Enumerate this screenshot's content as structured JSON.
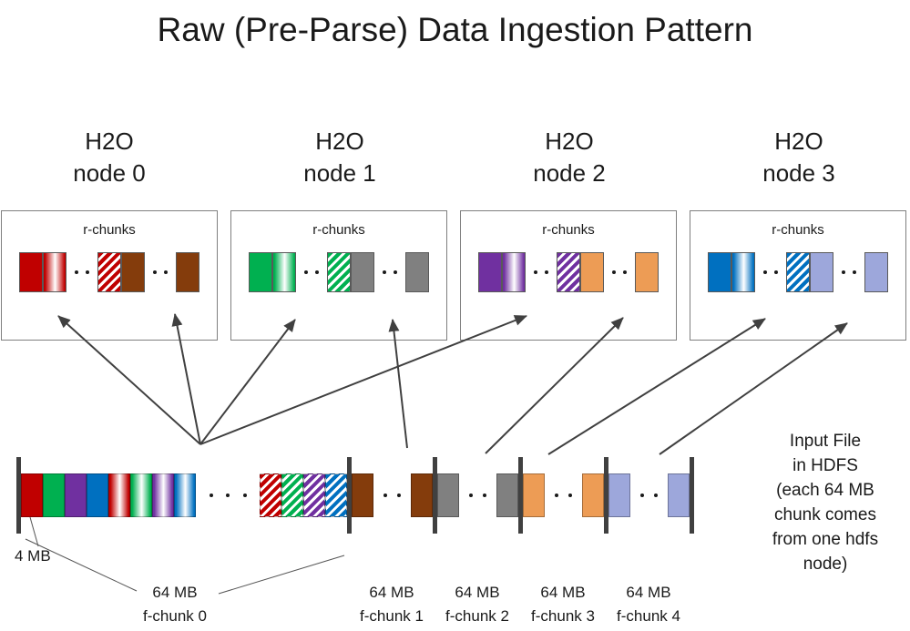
{
  "title": "Raw (Pre-Parse) Data Ingestion Pattern",
  "colors": {
    "red": "#C00000",
    "green": "#00B050",
    "purple": "#7030A0",
    "blue": "#0070C0",
    "brown": "#843C0C",
    "gray": "#808080",
    "orange": "#ED9C55",
    "lavender": "#9DA7DB"
  },
  "nodes": [
    {
      "header_line1": "H2O",
      "header_line2": "node 0",
      "rchunks_label": "r-chunks",
      "primary": "red",
      "secondary": "brown"
    },
    {
      "header_line1": "H2O",
      "header_line2": "node 1",
      "rchunks_label": "r-chunks",
      "primary": "green",
      "secondary": "gray"
    },
    {
      "header_line1": "H2O",
      "header_line2": "node 2",
      "rchunks_label": "r-chunks",
      "primary": "purple",
      "secondary": "orange"
    },
    {
      "header_line1": "H2O",
      "header_line2": "node 3",
      "rchunks_label": "r-chunks",
      "primary": "blue",
      "secondary": "lavender"
    }
  ],
  "node_box_pattern": [
    "solid:primary",
    "gradient:primary",
    "dots",
    "hatch:primary",
    "solid:secondary",
    "dots",
    "solid:secondary"
  ],
  "file_strip": {
    "segments": [
      {
        "kind": "bar"
      },
      {
        "kind": "block",
        "fill": "solid",
        "color": "red"
      },
      {
        "kind": "block",
        "fill": "solid",
        "color": "green"
      },
      {
        "kind": "block",
        "fill": "solid",
        "color": "purple"
      },
      {
        "kind": "block",
        "fill": "solid",
        "color": "blue"
      },
      {
        "kind": "block",
        "fill": "gradient",
        "color": "red"
      },
      {
        "kind": "block",
        "fill": "gradient",
        "color": "green"
      },
      {
        "kind": "block",
        "fill": "gradient",
        "color": "purple"
      },
      {
        "kind": "block",
        "fill": "gradient",
        "color": "blue"
      },
      {
        "kind": "dots",
        "count": 3
      },
      {
        "kind": "block",
        "fill": "hatch",
        "color": "red"
      },
      {
        "kind": "block",
        "fill": "hatch",
        "color": "green"
      },
      {
        "kind": "block",
        "fill": "hatch",
        "color": "purple"
      },
      {
        "kind": "block",
        "fill": "hatch",
        "color": "blue"
      },
      {
        "kind": "bar"
      },
      {
        "kind": "block",
        "fill": "solid",
        "color": "brown"
      },
      {
        "kind": "dots",
        "count": 2
      },
      {
        "kind": "block",
        "fill": "solid",
        "color": "brown"
      },
      {
        "kind": "bar"
      },
      {
        "kind": "block",
        "fill": "solid",
        "color": "gray"
      },
      {
        "kind": "dots",
        "count": 2
      },
      {
        "kind": "block",
        "fill": "solid",
        "color": "gray"
      },
      {
        "kind": "bar"
      },
      {
        "kind": "block",
        "fill": "solid",
        "color": "orange"
      },
      {
        "kind": "dots",
        "count": 2
      },
      {
        "kind": "block",
        "fill": "solid",
        "color": "orange"
      },
      {
        "kind": "bar"
      },
      {
        "kind": "block",
        "fill": "solid",
        "color": "lavender"
      },
      {
        "kind": "dots",
        "count": 2
      },
      {
        "kind": "block",
        "fill": "solid",
        "color": "lavender"
      },
      {
        "kind": "bar"
      }
    ]
  },
  "annotations": {
    "four_mb": "4 MB",
    "fchunk_labels": [
      {
        "size": "64 MB",
        "name": "f-chunk 0"
      },
      {
        "size": "64 MB",
        "name": "f-chunk 1"
      },
      {
        "size": "64 MB",
        "name": "f-chunk 2"
      },
      {
        "size": "64 MB",
        "name": "f-chunk 3"
      },
      {
        "size": "64 MB",
        "name": "f-chunk 4"
      }
    ],
    "hdfs_note_lines": [
      "Input File",
      "in HDFS",
      "(each 64 MB",
      "chunk comes",
      "from one hdfs",
      "node)"
    ]
  }
}
